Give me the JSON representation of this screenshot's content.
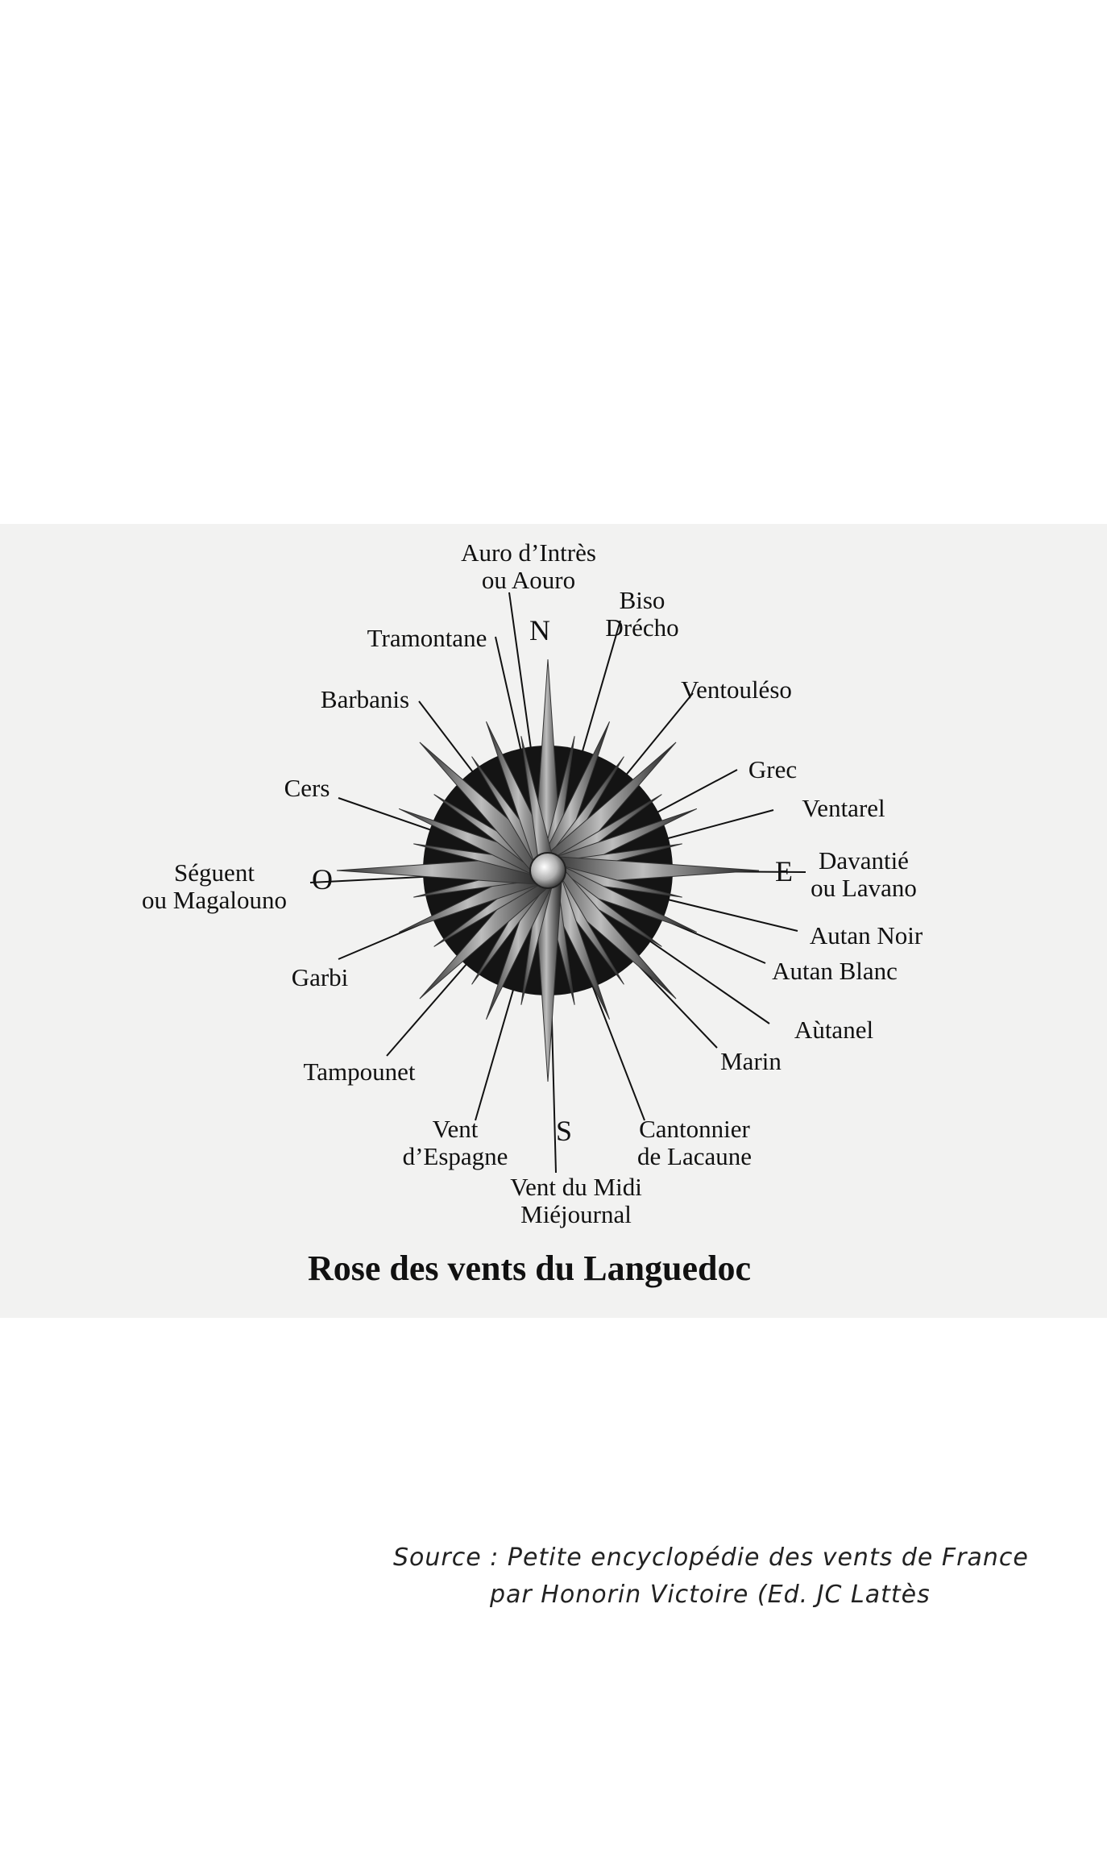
{
  "diagram": {
    "title": "Rose des vents du Languedoc",
    "cardinals": {
      "north": "N",
      "south": "S",
      "east": "E",
      "west": "O"
    },
    "winds": [
      {
        "id": "auro-dintres",
        "lines": [
          "Auro d’Intrès",
          "ou Aouro"
        ]
      },
      {
        "id": "biso",
        "lines": [
          "Biso",
          "Drécho"
        ]
      },
      {
        "id": "tramontane",
        "lines": [
          "Tramontane"
        ]
      },
      {
        "id": "barbanis",
        "lines": [
          "Barbanis"
        ]
      },
      {
        "id": "ventouleso",
        "lines": [
          "Ventouléso"
        ]
      },
      {
        "id": "grec",
        "lines": [
          "Grec"
        ]
      },
      {
        "id": "cers",
        "lines": [
          "Cers"
        ]
      },
      {
        "id": "ventarel",
        "lines": [
          "Ventarel"
        ]
      },
      {
        "id": "davantie",
        "lines": [
          "Davantié",
          "ou Lavano"
        ]
      },
      {
        "id": "seguent",
        "lines": [
          "Séguent",
          "ou Magalouno"
        ]
      },
      {
        "id": "autan-noir",
        "lines": [
          "Autan Noir"
        ]
      },
      {
        "id": "autan-blanc",
        "lines": [
          "Autan Blanc"
        ]
      },
      {
        "id": "garbi",
        "lines": [
          "Garbi"
        ]
      },
      {
        "id": "autanel",
        "lines": [
          "Aùtanel"
        ]
      },
      {
        "id": "marin",
        "lines": [
          "Marin"
        ]
      },
      {
        "id": "tampounet",
        "lines": [
          "Tampounet"
        ]
      },
      {
        "id": "vent-despagne",
        "lines": [
          "Vent",
          "d’Espagne"
        ]
      },
      {
        "id": "cantonnier",
        "lines": [
          "Cantonnier",
          "de Lacaune"
        ]
      },
      {
        "id": "vent-du-midi",
        "lines": [
          "Vent du Midi",
          "Miéjournal"
        ]
      }
    ]
  },
  "source": {
    "line1": "Source : Petite encyclopédie des vents de France",
    "line2": "par Honorin Victoire (Ed. JC Lattès"
  },
  "colors": {
    "disc": "#141414",
    "background": "#f2f2f1",
    "ink": "#111111"
  }
}
